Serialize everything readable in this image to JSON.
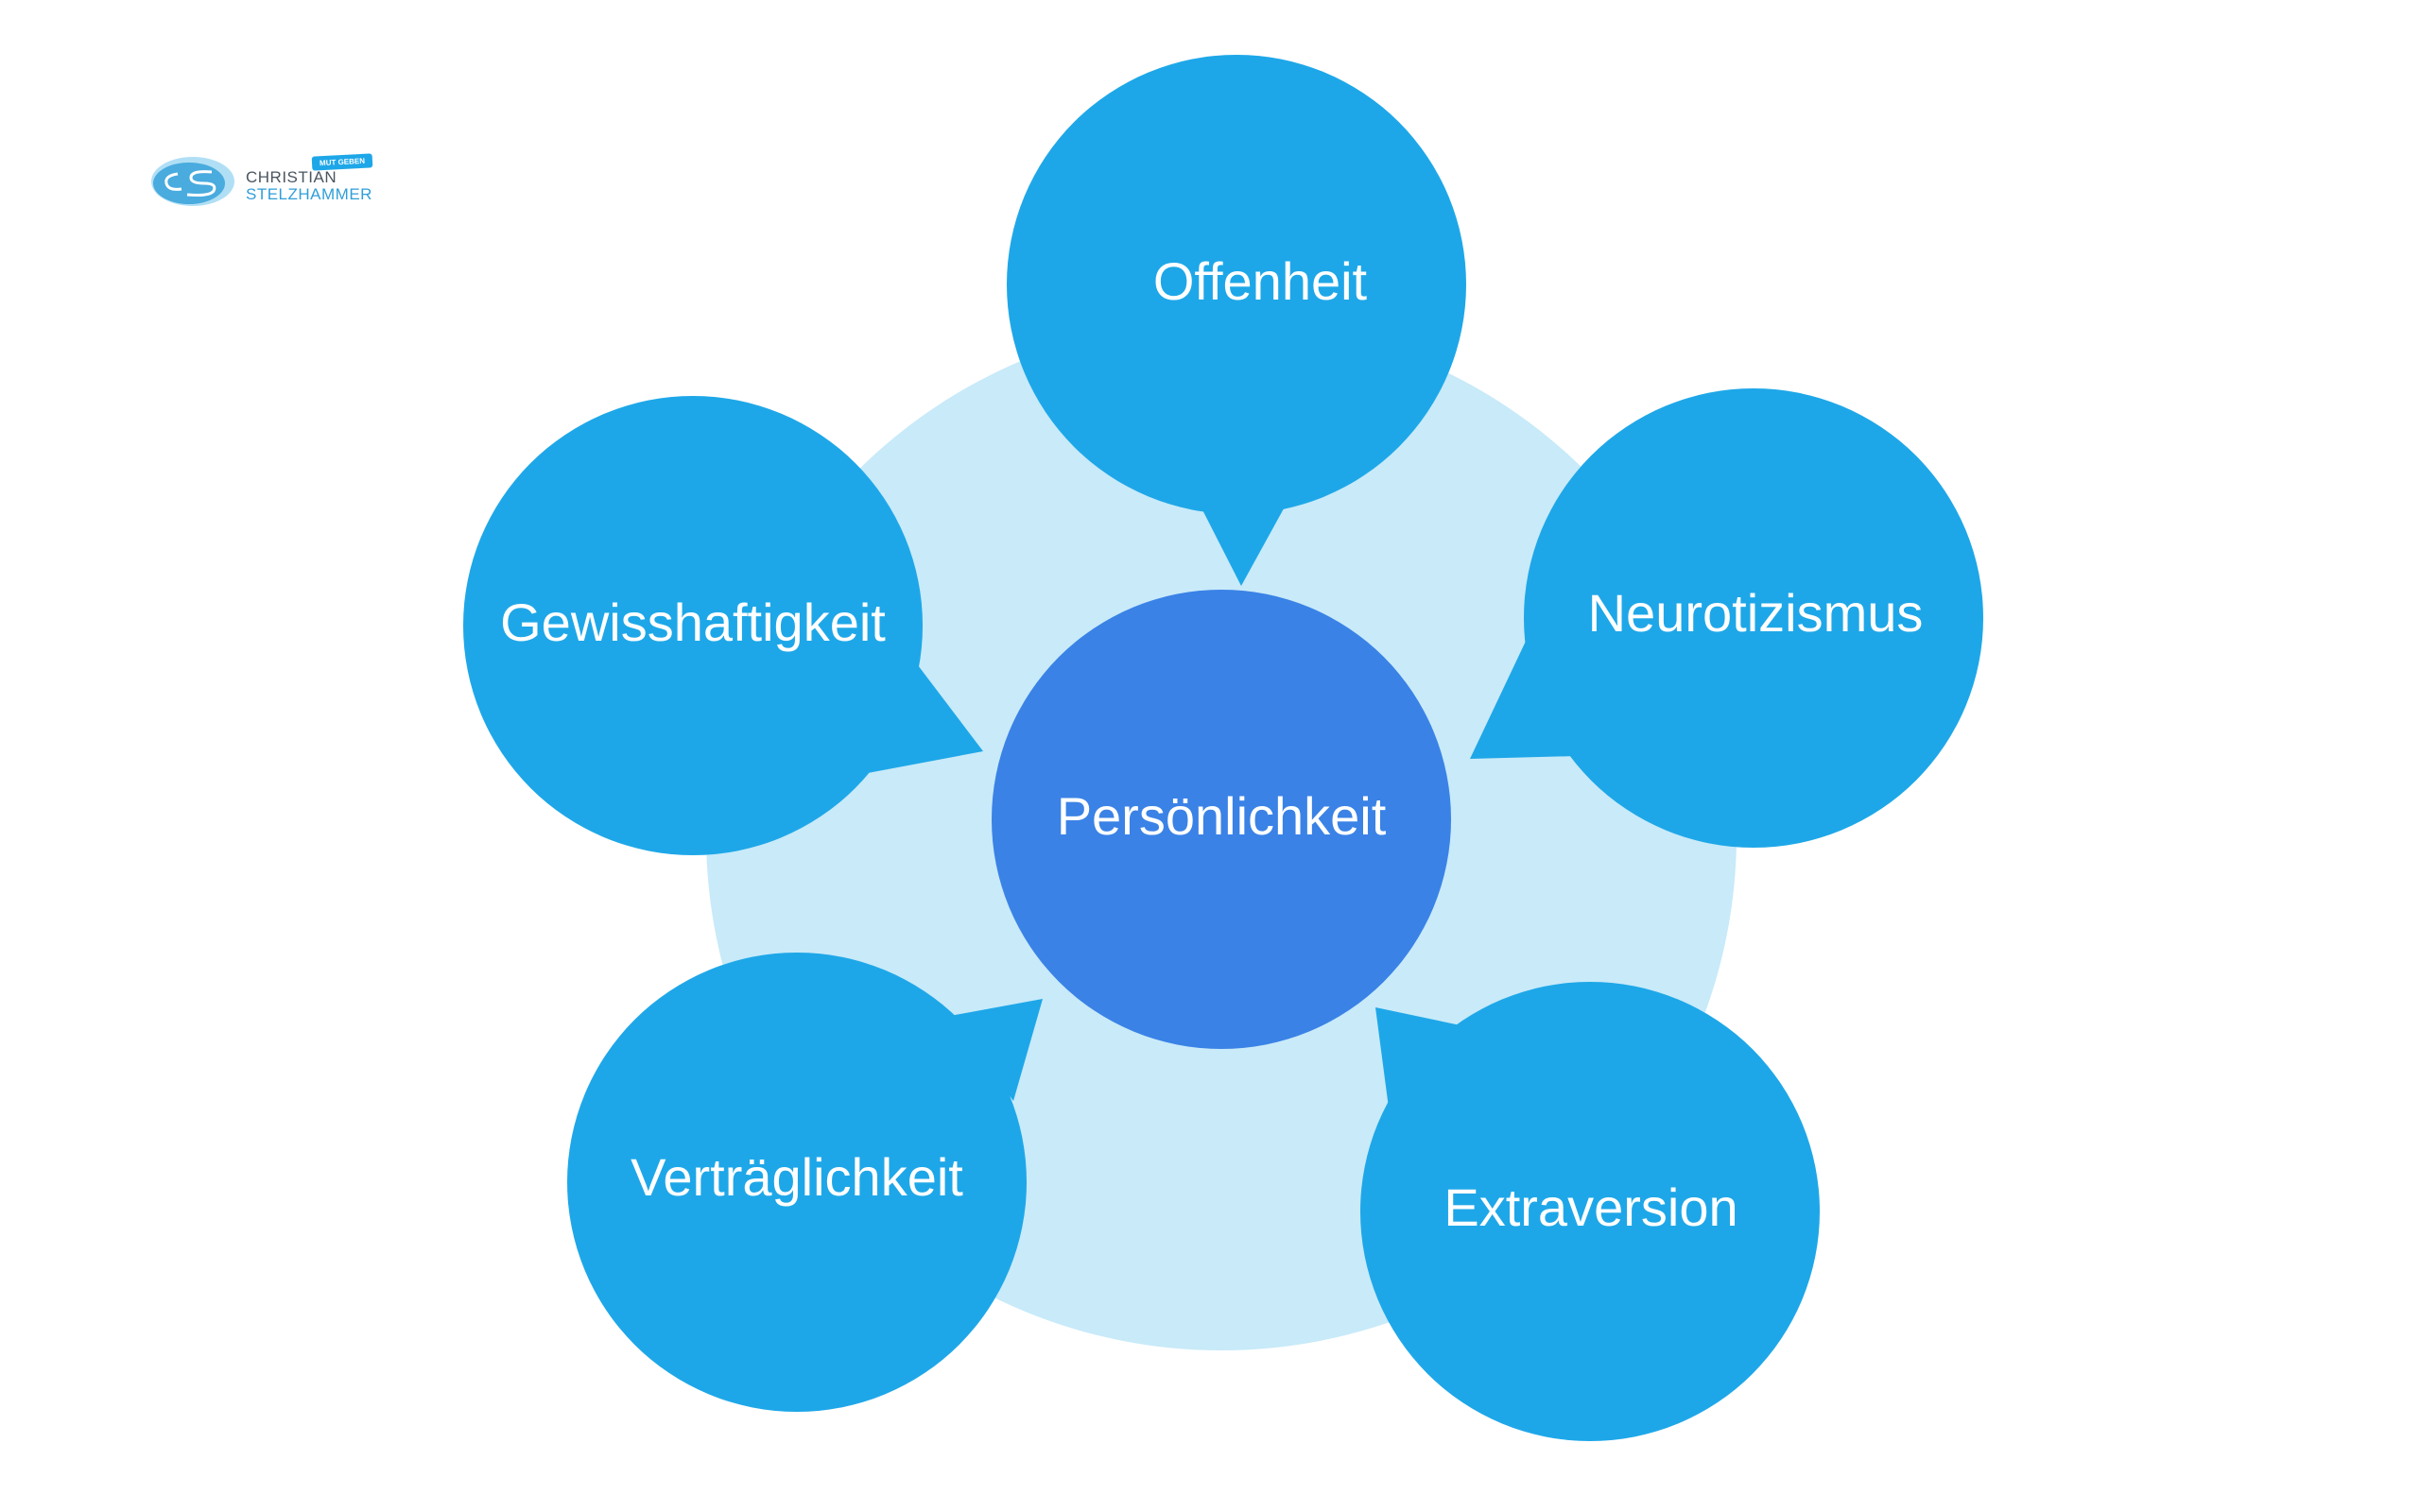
{
  "logo": {
    "first_name": "CHRISTIAN",
    "last_name": "STELZHAMMER",
    "badge": "MUT GEBEN"
  },
  "colors": {
    "background": "#ffffff",
    "halo": "#c8eaf9",
    "center": "#3a82e6",
    "bubble": "#1ea7e8",
    "text": "#ffffff"
  },
  "diagram": {
    "center": {
      "label": "Persönlichkeit"
    },
    "traits": [
      {
        "label": "Offenheit"
      },
      {
        "label": "Neurotizismus"
      },
      {
        "label": "Extraversion"
      },
      {
        "label": "Verträglichkeit"
      },
      {
        "label": "Gewisshaftigkeit"
      }
    ]
  }
}
